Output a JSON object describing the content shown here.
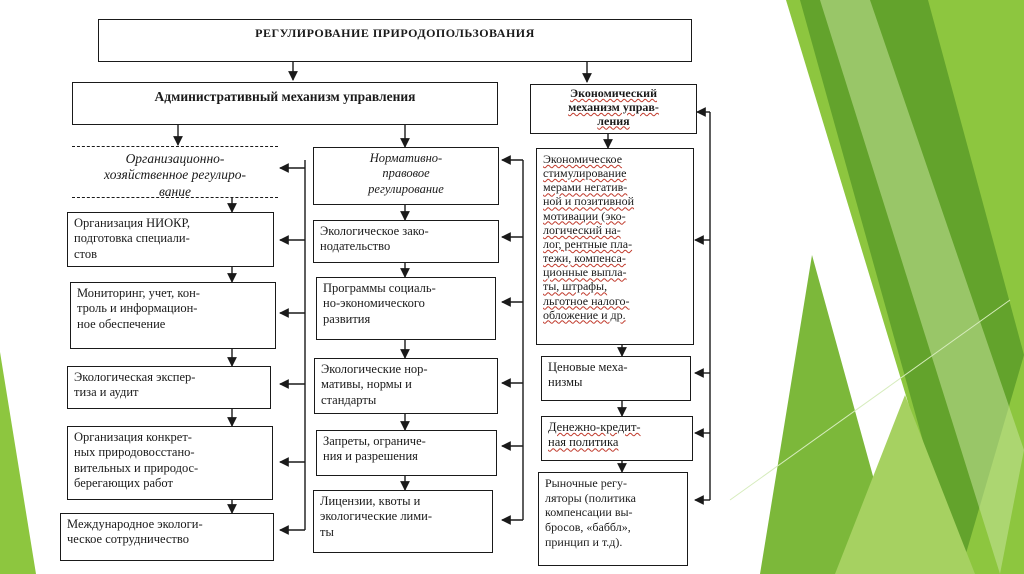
{
  "colors": {
    "green_light": "#8dc63f",
    "green_mid": "#6aab2e",
    "green_dark": "#4f8a1f",
    "green_pale": "#c6e39a",
    "line": "#1a1a1a"
  },
  "title": "РЕГУЛИРОВАНИЕ ПРИРОДОПОЛЬЗОВАНИЯ",
  "admin": {
    "header": "Административный механизм управления",
    "org": "Организационно-\nхозяйственное регулиро-\nвание",
    "org_items": [
      "Организация НИОКР,\nподготовка специали-\nстов",
      "Мониторинг, учет, кон-\nтроль и информацион-\nное обеспечение",
      "Экологическая экспер-\nтиза и аудит",
      "Организация конкрет-\nных природовосстано-\nвительных и природос-\nберегающих работ",
      "Международное экологи-\nческое сотрудничество"
    ],
    "norm": "Нормативно-\nправовое\nрегулирование",
    "norm_items": [
      "Экологическое зако-\nнодательство",
      "Программы социаль-\nно-экономического\nразвития",
      "Экологические нор-\nмативы, нормы и\nстандарты",
      "Запреты, ограниче-\nния и разрешения",
      "Лицензии, квоты и\nэкологические лими-\nты"
    ]
  },
  "econ": {
    "header": "Экономический\nмеханизм управ-\nления",
    "items": [
      "Экономическое\nстимулирование\nмерами негатив-\nной и позитивной\nмотивации (эко-\nлогический на-\nлог, рентные пла-\nтежи, компенса-\nционные выпла-\nты, штрафы,\nльготное налого-\nобложение и др.",
      "Ценовые меха-\nнизмы",
      "Денежно-кредит-\nная политика",
      "Рыночные регу-\nляторы (политика\nкомпенсации вы-\nбросов, «баббл»,\nпринцип и т.д)."
    ]
  }
}
